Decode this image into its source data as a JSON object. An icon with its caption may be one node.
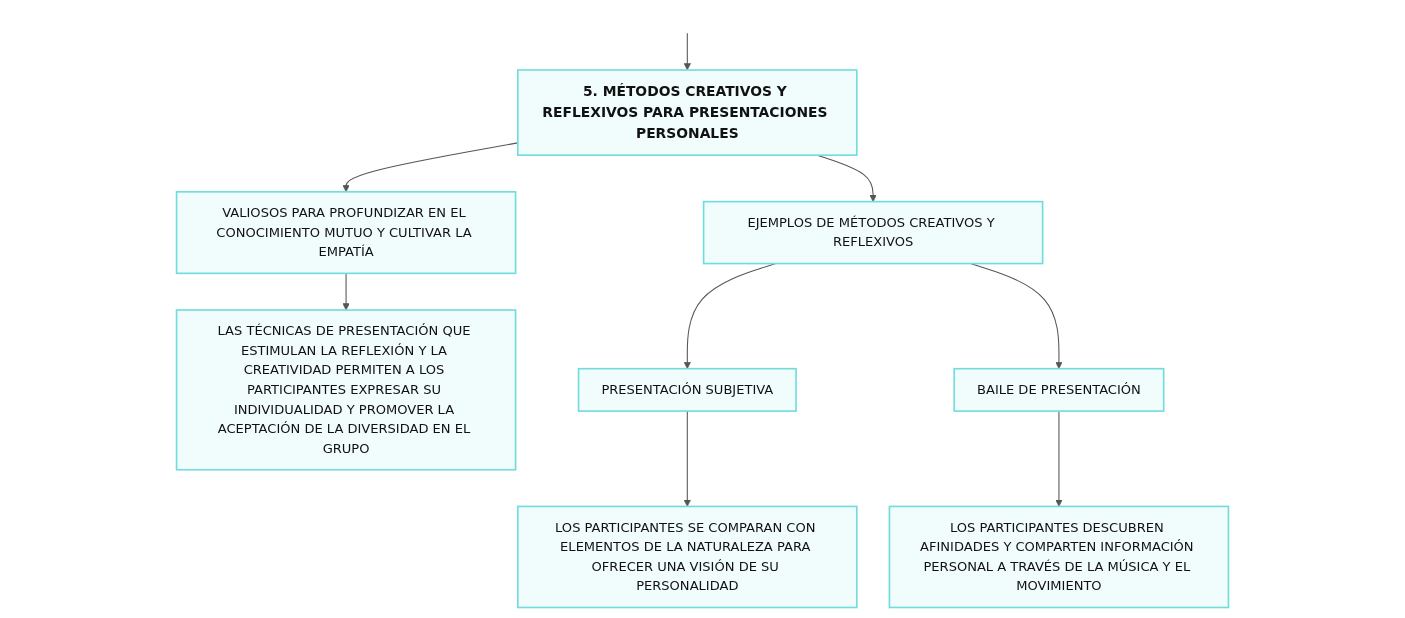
{
  "diagram": {
    "nodes": [
      {
        "text": [
          "5. MÉTODOS CREATIVOS Y REFLEXIVOS PARA PRESENTACIONES PERSONALES"
        ]
      },
      {
        "text": [
          "VALIOSOS PARA PROFUNDIZAR EN EL CONOCIMIENTO MUTUO Y CULTIVAR LA EMPATÍA"
        ]
      },
      {
        "text": [
          "EJEMPLOS DE MÉTODOS CREATIVOS Y REFLEXIVOS"
        ]
      },
      {
        "text": [
          "LAS TÉCNICAS DE PRESENTACIÓN QUE ESTIMULAN LA REFLEXIÓN Y LA CREATIVIDAD PERMITEN A LOS PARTICIPANTES EXPRESAR SU INDIVIDUALIDAD Y PROMOVER LA ACEPTACIÓN DE LA DIVERSIDAD EN EL GRUPO"
        ]
      },
      {
        "text": [
          "PRESENTACIÓN SUBJETIVA"
        ]
      },
      {
        "text": [
          "BAILE DE PRESENTACIÓN"
        ]
      },
      {
        "text": [
          "LOS PARTICIPANTES SE COMPARAN CON ELEMENTOS DE LA NATURALEZA PARA OFRECER UNA VISIÓN DE SU PERSONALIDAD"
        ]
      },
      {
        "text": [
          "LOS PARTICIPANTES DESCUBREN AFINIDADES Y COMPARTEN INFORMACIÓN PERSONAL A TRAVÉS DE LA MÚSICA Y EL MOVIMIENTO"
        ]
      }
    ],
    "edges": [
      {
        "from": null,
        "to": 0,
        "arrow": "to"
      },
      {
        "from": 0,
        "to": 1,
        "arrow": "to"
      },
      {
        "from": 0,
        "to": 2,
        "arrow": "to"
      },
      {
        "from": 1,
        "to": 3,
        "arrow": "to"
      },
      {
        "from": 2,
        "to": 4,
        "arrow": "to"
      },
      {
        "from": 2,
        "to": 5,
        "arrow": "to"
      },
      {
        "from": 4,
        "to": 6,
        "arrow": "to"
      },
      {
        "from": 5,
        "to": 7,
        "arrow": "to"
      }
    ]
  }
}
